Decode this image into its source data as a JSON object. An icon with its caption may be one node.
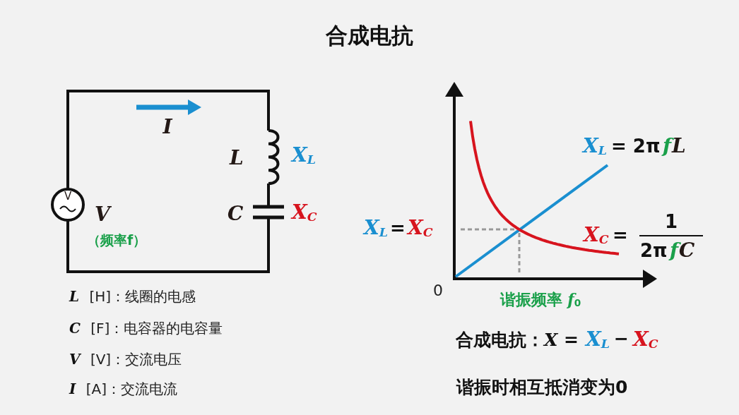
{
  "diagram": {
    "title": "合成电抗",
    "labels": [
      "I",
      "L",
      "X$_{L}$",
      "V",
      "V",
      "C",
      "X$_{C}$",
      "（频率f）",
      "X$_{L}$",
      "= 2π",
      "f",
      "L",
      "X$_{L}$",
      "=",
      "X$_{C}$",
      "X$_{C}$",
      "=",
      "1",
      "2π",
      "f",
      "C",
      "*L* [H]：线圈的电感",
      "0",
      "谐振频率 *f*$_{0}$",
      "*C* [F]：电容器的电容量",
      "合成电抗：*X* =",
      "X$_{L}$",
      "−",
      "X$_{C}$",
      "*V* [V]：交流电压",
      "*I* [A]：交流电流",
      "谐振时相互抵消变为0"
    ]
  }
}
